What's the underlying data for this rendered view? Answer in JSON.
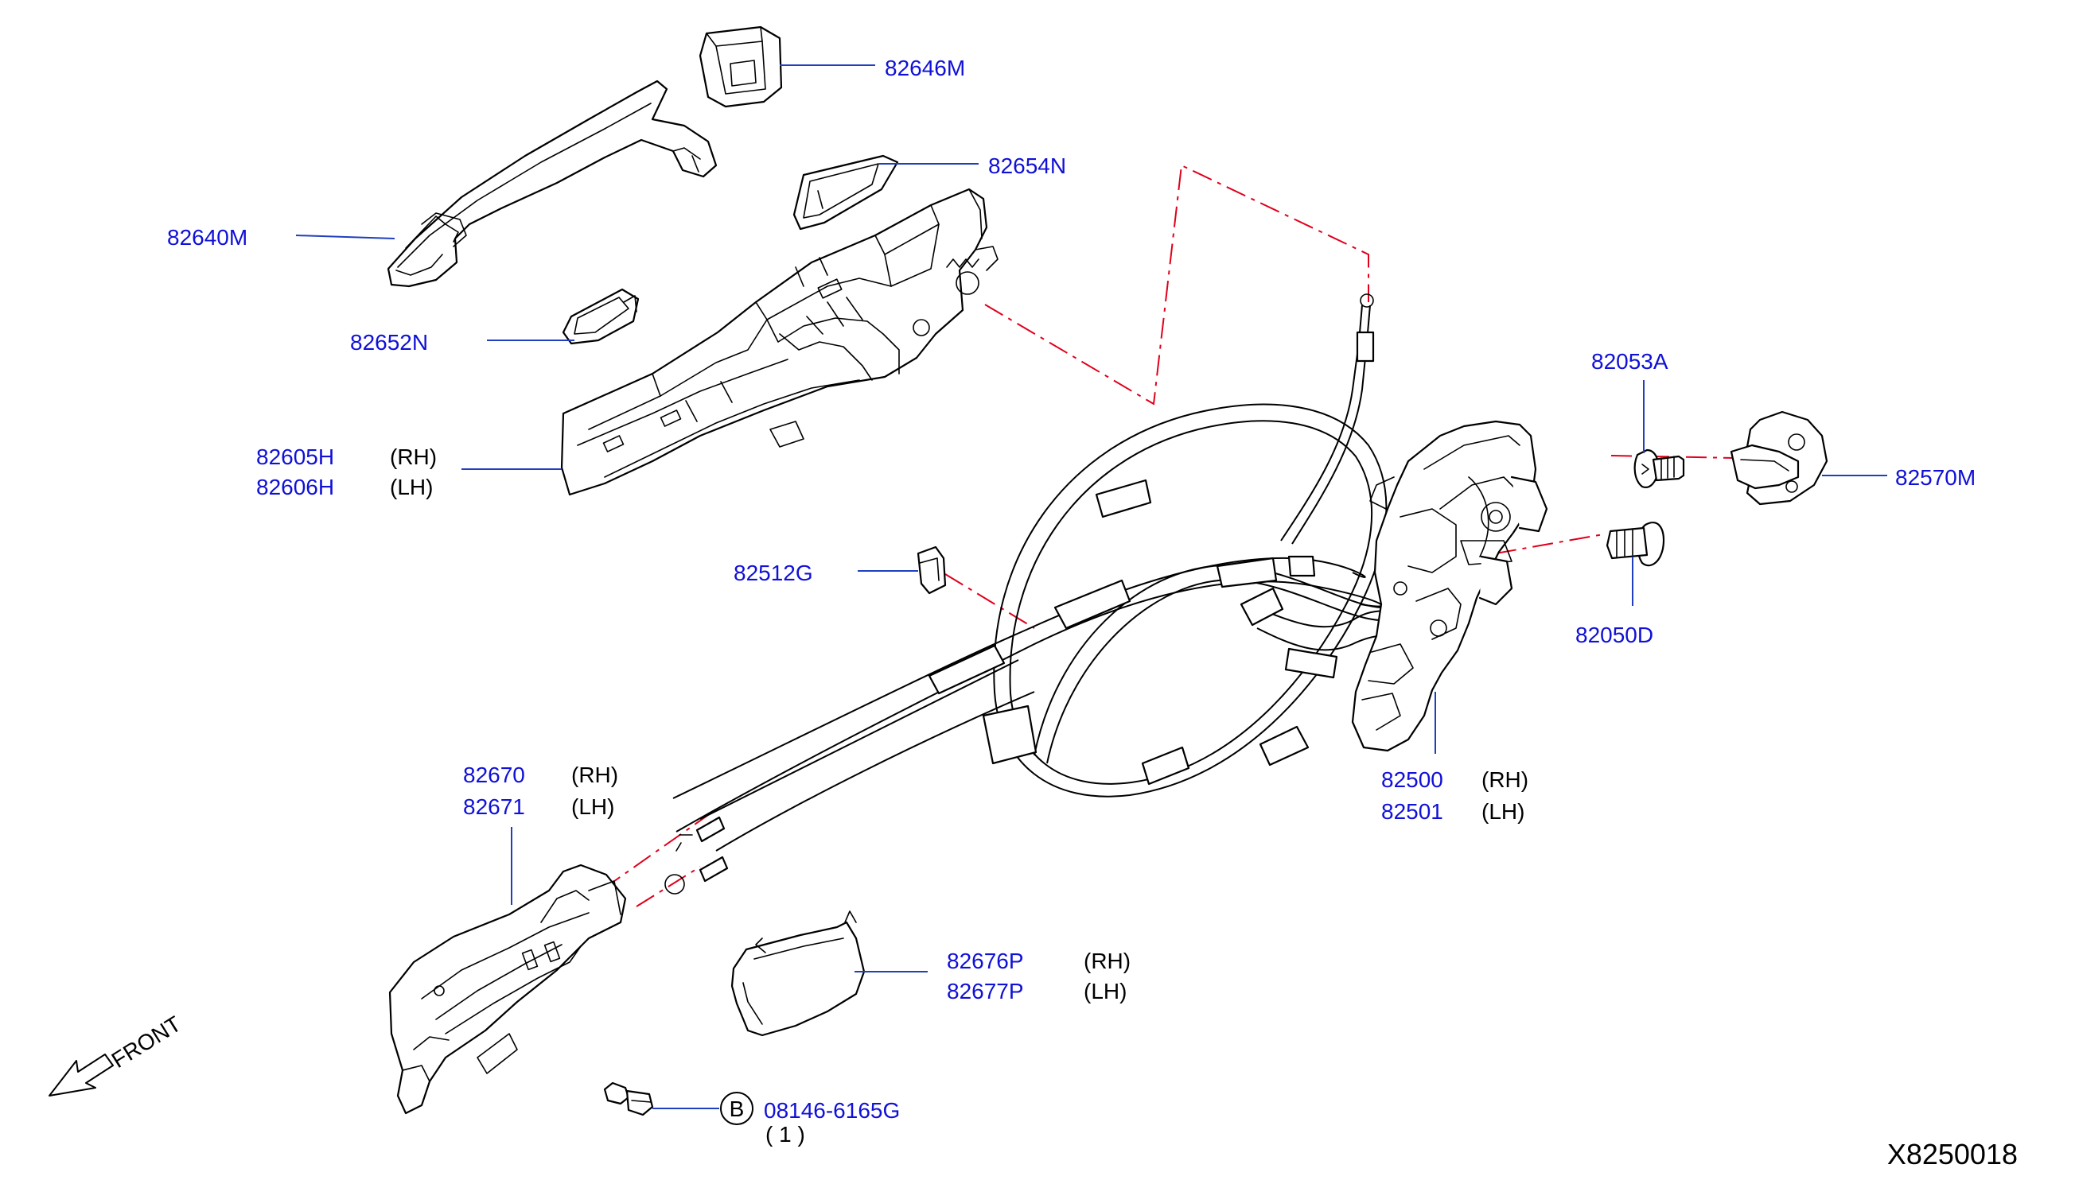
{
  "callouts": {
    "p82646M": "82646M",
    "p82654N": "82654N",
    "p82640M": "82640M",
    "p82652N": "82652N",
    "p82605H": "82605H",
    "p82606H": "82606H",
    "p82512G": "82512G",
    "p82053A": "82053A",
    "p82570M": "82570M",
    "p82050D": "82050D",
    "p82500": "82500",
    "p82501": "82501",
    "p82670": "82670",
    "p82671": "82671",
    "p82676P": "82676P",
    "p82677P": "82677P",
    "p08146": "08146-6165G"
  },
  "sides": {
    "rh": "(RH)",
    "lh": "(LH)"
  },
  "bolt_marker": "B",
  "bolt_qty": "( 1 )",
  "front_label": "FRONT",
  "diagram_code": "X8250018",
  "colors": {
    "callout": "#1010d8",
    "leader": "#1f3fbf",
    "phantom_line": "#e0001b",
    "line_art": "#000000"
  },
  "icons": [
    "front-arrow-icon"
  ]
}
